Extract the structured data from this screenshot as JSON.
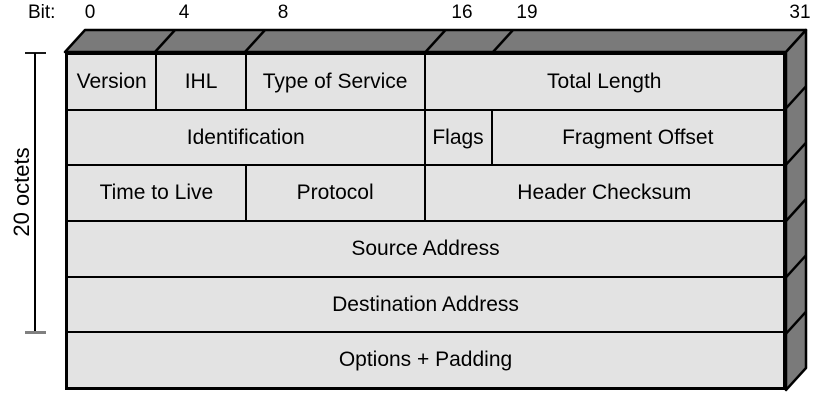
{
  "diagram": {
    "bit_axis": {
      "label": "Bit:",
      "ticks": [
        {
          "bit": 0,
          "label": "0"
        },
        {
          "bit": 4,
          "label": "4"
        },
        {
          "bit": 8,
          "label": "8"
        },
        {
          "bit": 16,
          "label": "16"
        },
        {
          "bit": 19,
          "label": "19"
        },
        {
          "bit": 31,
          "label": "31"
        }
      ]
    },
    "side_label": "20 octets",
    "rows": [
      {
        "fields": [
          {
            "label": "Version"
          },
          {
            "label": "IHL"
          },
          {
            "label": "Type of Service"
          },
          {
            "label": "Total Length"
          }
        ]
      },
      {
        "fields": [
          {
            "label": "Identification"
          },
          {
            "label": "Flags"
          },
          {
            "label": "Fragment Offset"
          }
        ]
      },
      {
        "fields": [
          {
            "label": "Time to Live"
          },
          {
            "label": "Protocol"
          },
          {
            "label": "Header Checksum"
          }
        ]
      },
      {
        "fields": [
          {
            "label": "Source Address"
          }
        ]
      },
      {
        "fields": [
          {
            "label": "Destination Address"
          }
        ]
      },
      {
        "fields": [
          {
            "label": "Options + Padding"
          }
        ]
      }
    ],
    "colors": {
      "face_front": "#e3e3e3",
      "face_dark": "#7a7a7a",
      "line": "#000000",
      "background": "#ffffff"
    }
  }
}
